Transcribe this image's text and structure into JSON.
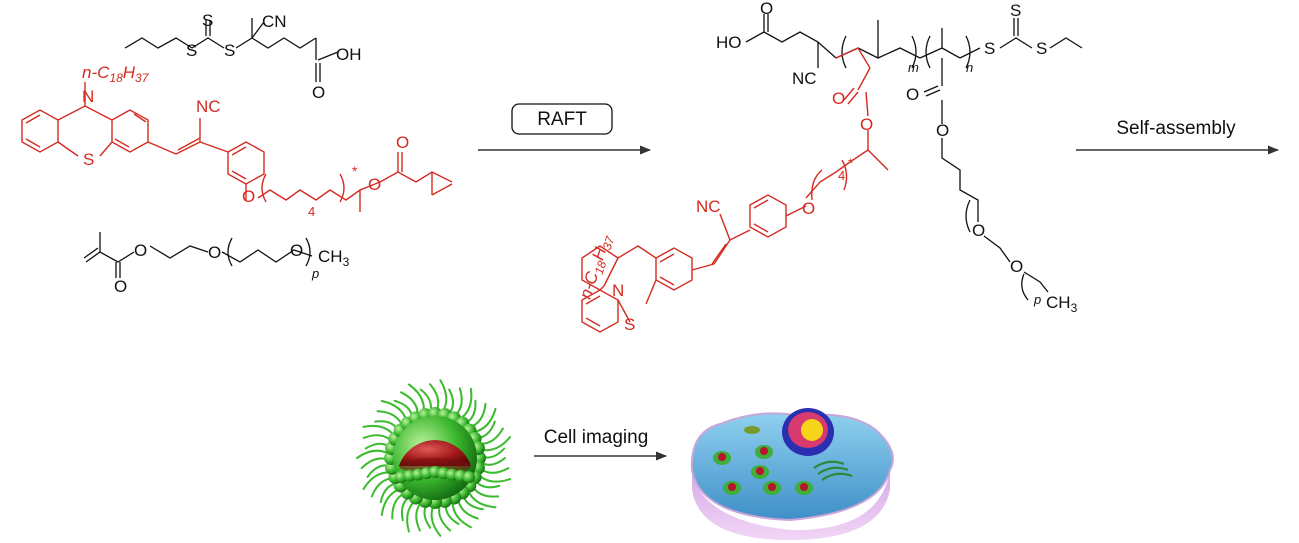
{
  "colors": {
    "highlight": "#d42a20",
    "ink": "#111111",
    "arrow": "#333333"
  },
  "labels": {
    "raft": "RAFT",
    "self_assembly": "Self-assembly",
    "cell_imaging": "Cell imaging"
  },
  "atoms": {
    "n_c18": "n-C",
    "n_c18_sub1": "18",
    "h37": "H",
    "h37_sub": "37",
    "N": "N",
    "S": "S",
    "NC": "NC",
    "CN": "CN",
    "O": "O",
    "OH": "OH",
    "HO": "HO",
    "CH3": "CH",
    "CH3_sub": "3",
    "sub_4": "4",
    "sub_p": "p",
    "sub_m": "m",
    "sub_n": "n",
    "star": "*"
  },
  "illustrations": {
    "micelle": "micelle-nanoparticle-icon",
    "cell": "cell-icon"
  }
}
